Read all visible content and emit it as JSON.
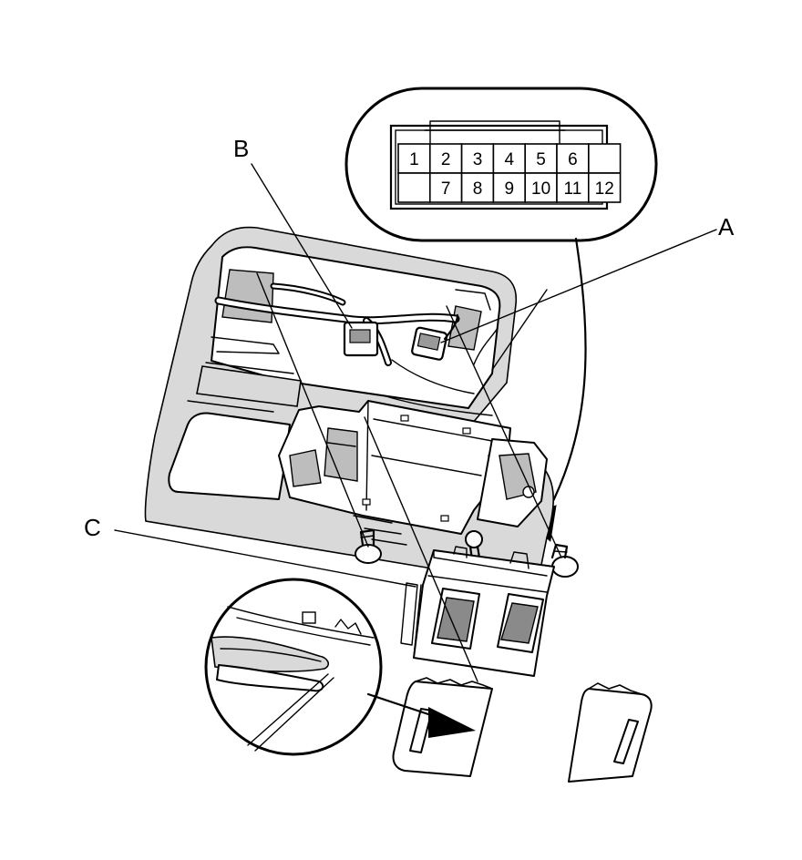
{
  "callouts": {
    "a": "A",
    "b": "B",
    "c": "C"
  },
  "connector": {
    "top_row": [
      "1",
      "2",
      "3",
      "4",
      "5",
      "6"
    ],
    "bottom_row": [
      "7",
      "8",
      "9",
      "10",
      "11",
      "12"
    ]
  }
}
